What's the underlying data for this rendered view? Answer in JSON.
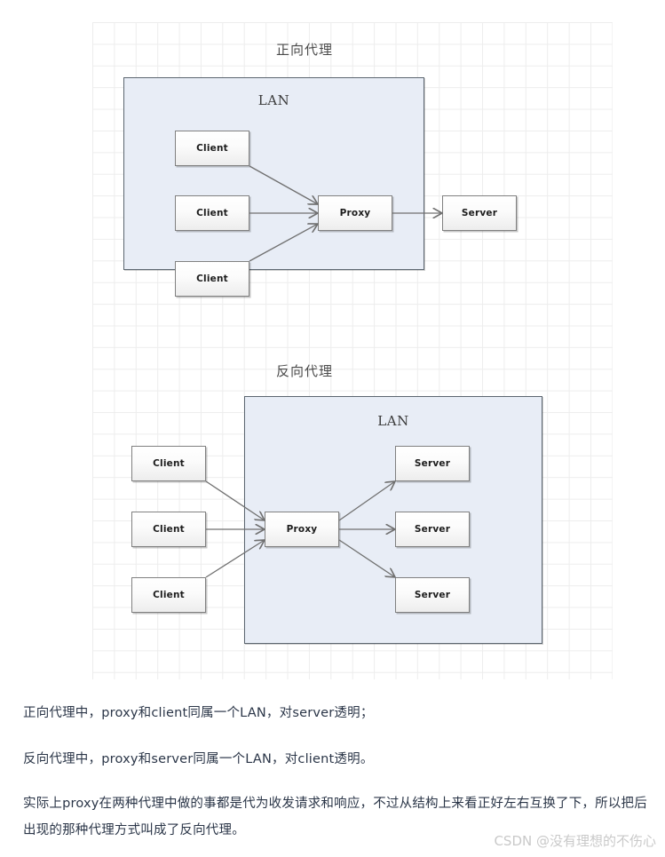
{
  "diagrams": [
    {
      "title": "正向代理",
      "lan_label": "LAN",
      "clients": [
        "Client",
        "Client",
        "Client"
      ],
      "proxy": "Proxy",
      "servers": [
        "Server"
      ]
    },
    {
      "title": "反向代理",
      "lan_label": "LAN",
      "clients": [
        "Client",
        "Client",
        "Client"
      ],
      "proxy": "Proxy",
      "servers": [
        "Server",
        "Server",
        "Server"
      ]
    }
  ],
  "captions": {
    "line1": "正向代理中，proxy和client同属一个LAN，对server透明；",
    "line2": "反向代理中，proxy和server同属一个LAN，对client透明。",
    "paragraph": "实际上proxy在两种代理中做的事都是代为收发请求和响应，不过从结构上来看正好左右互换了下，所以把后出现的那种代理方式叫成了反向代理。"
  },
  "watermark": "CSDN @没有理想的不伤心",
  "colors": {
    "lan_fill": "#e8edf6",
    "lan_border": "#5c6670",
    "node_border": "#808080",
    "connector": "#707070",
    "grid": "#ededed",
    "caption_text": "#2b3648",
    "watermark_text": "#c9c9c9"
  }
}
